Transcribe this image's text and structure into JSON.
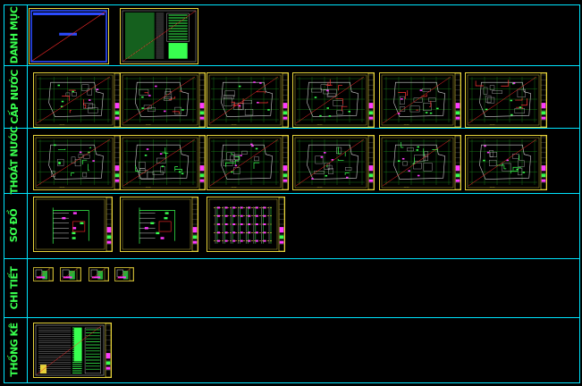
{
  "view": {
    "background": "#000000",
    "frame_color": "#00e5ff",
    "label_color": "#38ff4f"
  },
  "categories": [
    {
      "id": "danh-muc",
      "label": "DANH MỤC",
      "sheet_kinds": [
        "cover",
        "index"
      ]
    },
    {
      "id": "cap-nuoc",
      "label": "CẤP NƯỚC",
      "sheet_kinds": [
        "plan",
        "plan",
        "plan",
        "plan",
        "plan",
        "plan"
      ]
    },
    {
      "id": "thoat-nuoc",
      "label": "THOÁT NƯỚC",
      "sheet_kinds": [
        "plan",
        "plan",
        "plan",
        "plan",
        "plan",
        "plan"
      ]
    },
    {
      "id": "so-do",
      "label": "SƠ ĐỒ",
      "sheet_kinds": [
        "diagram",
        "diagram",
        "diagram-wide"
      ]
    },
    {
      "id": "chi-tiet",
      "label": "CHI TIẾT",
      "sheet_kinds": [
        "detail",
        "detail",
        "detail",
        "detail"
      ]
    },
    {
      "id": "thong-ke",
      "label": "THỐNG KÊ",
      "sheet_kinds": [
        "table"
      ]
    }
  ]
}
